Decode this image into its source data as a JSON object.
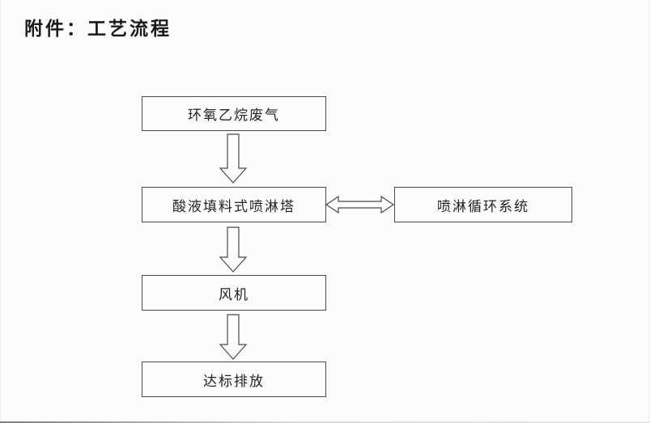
{
  "page": {
    "title": "附件：工艺流程"
  },
  "diagram": {
    "type": "flowchart",
    "nodes": [
      {
        "id": "waste-gas",
        "label": "环氧乙烷废气"
      },
      {
        "id": "spray-tower",
        "label": "酸液填料式喷淋塔"
      },
      {
        "id": "spray-circulation",
        "label": "喷淋循环系统"
      },
      {
        "id": "fan",
        "label": "风机"
      },
      {
        "id": "discharge",
        "label": "达标排放"
      }
    ],
    "connections": [
      {
        "from": "waste-gas",
        "to": "spray-tower",
        "style": "hollow-block-arrow",
        "direction": "down"
      },
      {
        "from": "spray-tower",
        "to": "spray-circulation",
        "style": "hollow-block-arrow",
        "direction": "double-horizontal"
      },
      {
        "from": "spray-tower",
        "to": "fan",
        "style": "hollow-block-arrow",
        "direction": "down"
      },
      {
        "from": "fan",
        "to": "discharge",
        "style": "hollow-block-arrow",
        "direction": "down"
      }
    ],
    "colors": {
      "line": "#4a4a4a",
      "box_fill": "#fcfcfb",
      "text": "#222222",
      "paper": "#fcfcfb"
    }
  }
}
